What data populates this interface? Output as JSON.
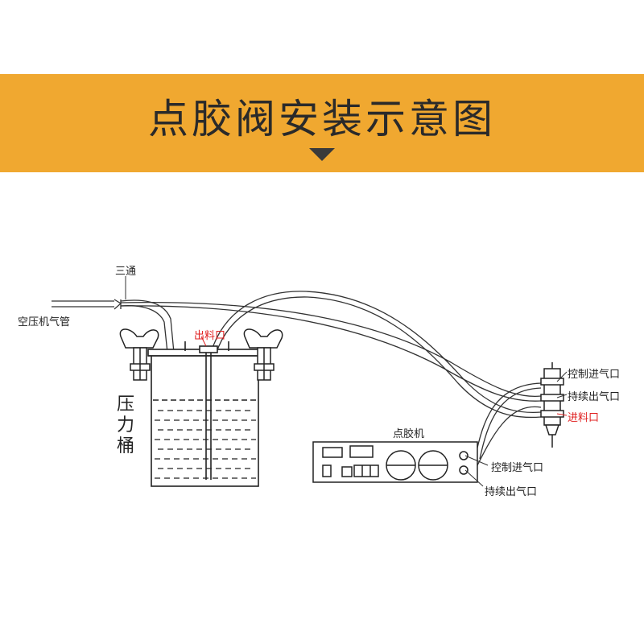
{
  "title": "点胶阀安装示意图",
  "colors": {
    "banner": "#f0a830",
    "red_label": "#e02020"
  },
  "labels": {
    "tee": "三通",
    "air_compressor_pipe": "空压机气管",
    "material_outlet": "出料口",
    "pressure_tank": "压力桶",
    "dispenser": "点胶机",
    "machine_control_air_in": "控制进气口",
    "machine_continuous_air_out": "持续出气口",
    "valve_control_air_in": "控制进气口",
    "valve_continuous_air_out": "持续出气口",
    "valve_material_in": "进料口"
  }
}
